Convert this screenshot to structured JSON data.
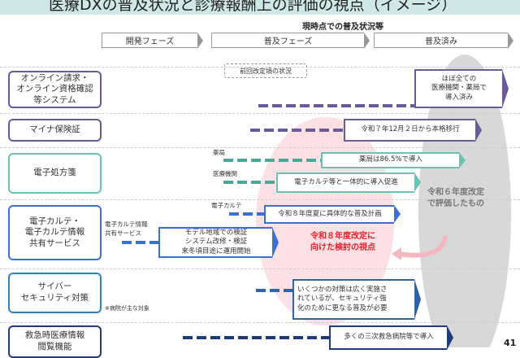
{
  "title": "医療DXの普及状況と診療報酬上の評価の視点（イメージ）",
  "subtitle": "現時点での普及状況等",
  "phases": [
    "開発フェーズ",
    "普及フェーズ",
    "普及済み"
  ],
  "rows": [
    {
      "label": "オンライン請求・\nオンライン資格確認\n等システム",
      "callout": "前回改定頃の状況",
      "status": "ほぼ全ての\n医療機関・薬局で\n導入済み",
      "color": "#6a5a9a"
    },
    {
      "label": "マイナ保険証",
      "status": "令和７年12月２日から本格移行",
      "color": "#6a5a9a"
    },
    {
      "label": "電子処方箋",
      "sub": [
        {
          "tag": "薬局",
          "status": "薬局は86.5%で導入"
        },
        {
          "tag": "医療機関",
          "status": "電子カルテ等と一体的に導入促進"
        }
      ],
      "color": "#4aa89a"
    },
    {
      "label": "電子カルテ・\n電子カルテ情報\n共有サービス",
      "sub": [
        {
          "tag": "電子カルテ",
          "status": "令和８年度夏に具体的な普及計画"
        },
        {
          "tag": "電子カルテ情報\n共有サービス",
          "status": "モデル地域での検証\nシステム改修・検証\n来冬頃目途に運用開始"
        }
      ],
      "color": "#3a6fd8"
    },
    {
      "label": "サイバー\nセキュリティ対策",
      "note": "※病院が主な対象",
      "status": "いくつかの対策は広く実施さ\nれているが、セキュリティ強\n化のために更なる普及が必要",
      "color": "#2f64a8"
    },
    {
      "label": "救急時医療情報\n閲覧機能",
      "status": "多くの三次救急病院等で導入",
      "color": "#1f3a78"
    }
  ],
  "pink_label": "令和８年度改定に\n向けた検討の視点",
  "gray_label": "令和６年度改定\nで評価したもの",
  "page_number": "41",
  "colors": {
    "pink": "#fde0e3",
    "gray": "#d8d8d8",
    "red": "#e8202a"
  }
}
